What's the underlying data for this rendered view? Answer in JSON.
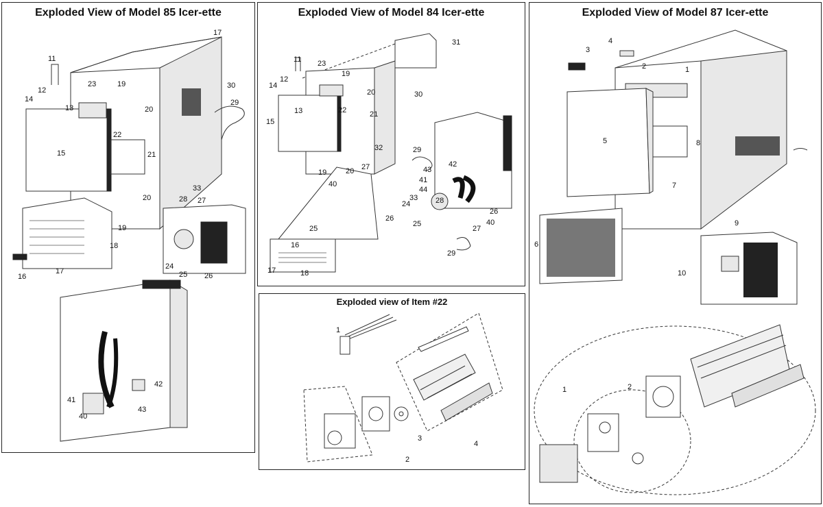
{
  "panels": {
    "model85": {
      "title": "Exploded View of Model 85 Icer-ette",
      "labels": [
        "17",
        "11",
        "12",
        "13",
        "14",
        "23",
        "19",
        "20",
        "22",
        "30",
        "29",
        "15",
        "21",
        "20",
        "33",
        "28",
        "27",
        "19",
        "18",
        "16",
        "17",
        "24",
        "25",
        "26",
        "42",
        "41",
        "43",
        "40"
      ]
    },
    "model84": {
      "title": "Exploded View of Model 84 Icer-ette",
      "labels": [
        "31",
        "11",
        "23",
        "19",
        "12",
        "14",
        "20",
        "13",
        "22",
        "30",
        "15",
        "21",
        "32",
        "29",
        "27",
        "42",
        "19",
        "20",
        "40",
        "43",
        "41",
        "44",
        "33",
        "24",
        "28",
        "26",
        "25",
        "26",
        "25",
        "40",
        "27",
        "16",
        "29",
        "17",
        "18"
      ]
    },
    "item22": {
      "title": "Exploded view of Item #22",
      "labels": [
        "1",
        "3",
        "2",
        "4"
      ]
    },
    "model87": {
      "title": "Exploded View of Model 87 Icer-ette",
      "labels": [
        "3",
        "4",
        "2",
        "1",
        "5",
        "8",
        "7",
        "9",
        "6",
        "10",
        "1",
        "2"
      ]
    }
  }
}
